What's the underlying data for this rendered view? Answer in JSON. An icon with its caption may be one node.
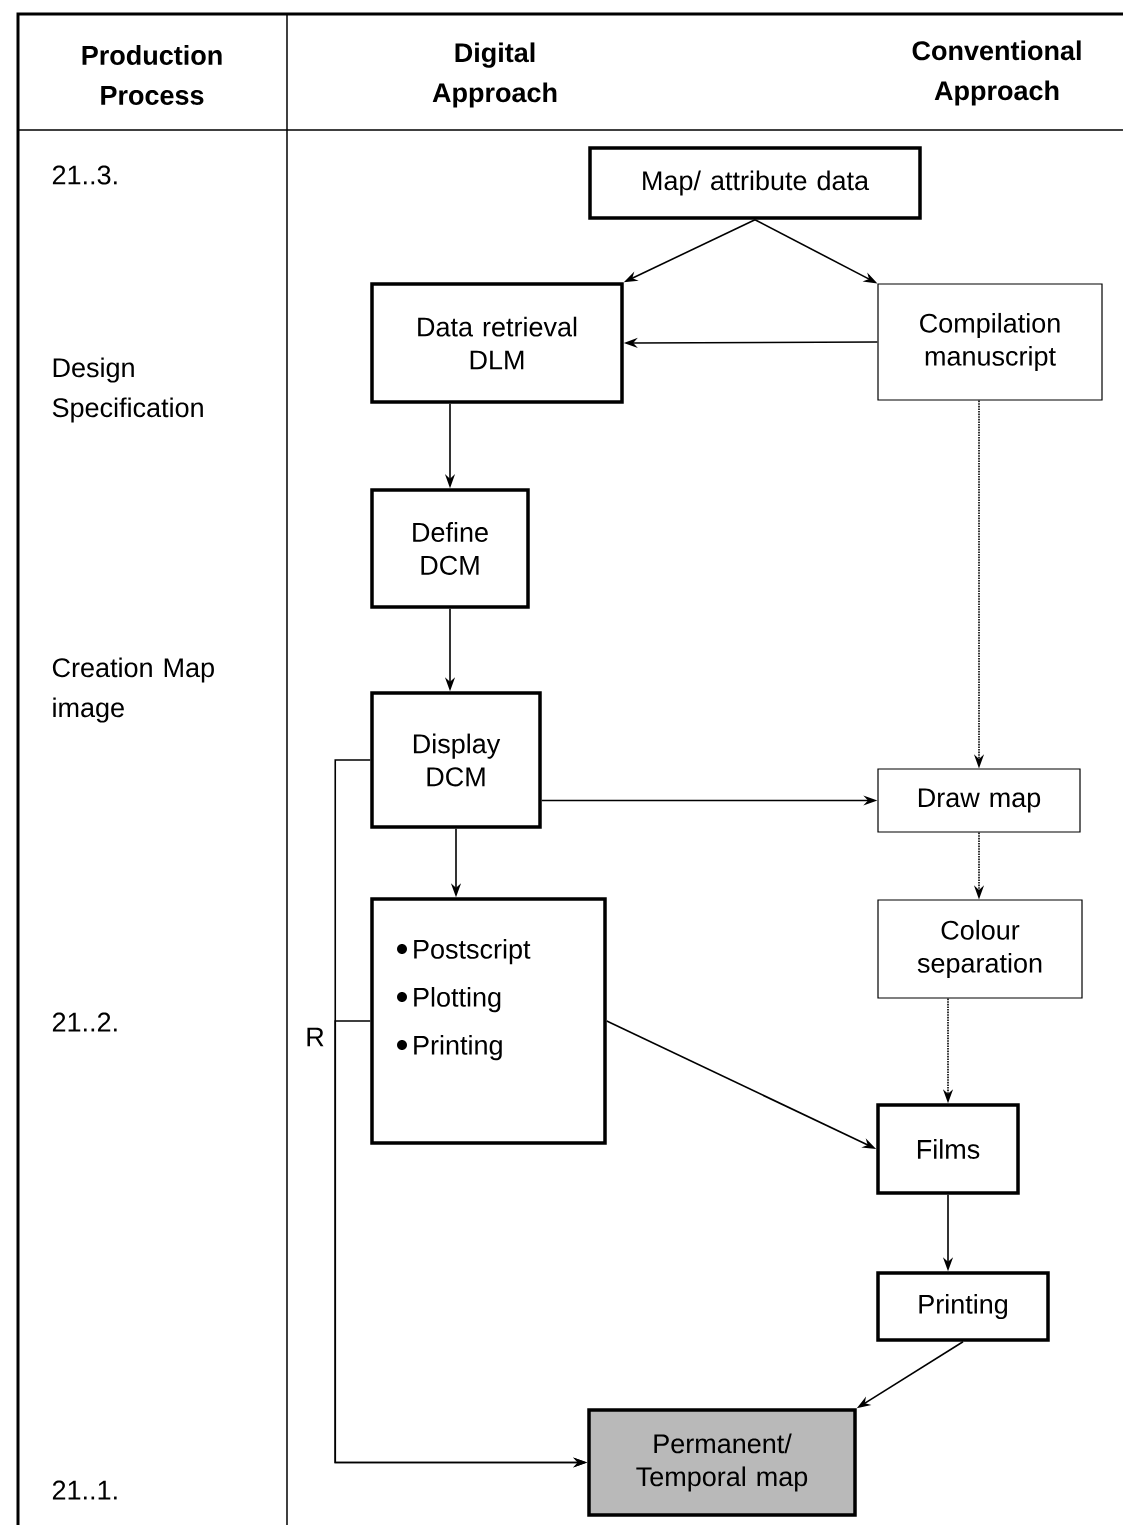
{
  "diagram": {
    "nodes": [
      {
        "text": [
          "Map/ attribute data"
        ]
      },
      {
        "text": [
          "Data retrieval DLM"
        ]
      },
      {
        "text": [
          "Compilation manuscript"
        ]
      },
      {
        "text": [
          "Define DCM"
        ]
      },
      {
        "text": [
          "Display DCM"
        ]
      },
      {
        "text": [
          "Draw map"
        ]
      },
      {
        "text": [
          "Postscript",
          "Plotting",
          "Printing"
        ]
      },
      {
        "text": [
          "Colour separation"
        ]
      },
      {
        "text": [
          "Films"
        ]
      },
      {
        "text": [
          "Printing"
        ]
      },
      {
        "text": [
          "Permanent/ Temporal map"
        ]
      }
    ],
    "edges": [
      {
        "from": 0,
        "to": 1,
        "arrow": "to"
      },
      {
        "from": 0,
        "to": 2,
        "arrow": "to"
      },
      {
        "from": 2,
        "to": 1,
        "arrow": "to"
      },
      {
        "from": 1,
        "to": 3,
        "arrow": "to"
      },
      {
        "from": 3,
        "to": 4,
        "arrow": "to"
      },
      {
        "from": 4,
        "to": 5,
        "arrow": "to"
      },
      {
        "from": 4,
        "to": 6,
        "arrow": "to"
      },
      {
        "from": 2,
        "to": 5,
        "arrow": "to",
        "style": "dashed"
      },
      {
        "from": 5,
        "to": 7,
        "arrow": "to",
        "style": "dashed"
      },
      {
        "from": 7,
        "to": 8,
        "arrow": "to",
        "style": "dashed"
      },
      {
        "from": 6,
        "to": 8,
        "arrow": "to"
      },
      {
        "from": 8,
        "to": 9,
        "arrow": "to"
      },
      {
        "from": 9,
        "to": 10,
        "arrow": "to"
      },
      {
        "from": 4,
        "to": 10,
        "arrow": "to"
      },
      {
        "from": 6,
        "to": 10,
        "arrow": "to",
        "label": "R"
      }
    ],
    "labels": [
      "Production Process",
      "Digital Approach",
      "Conventional Approach",
      "21..3.",
      "Design Specification",
      "Creation Map image",
      "21..2.",
      "21..1."
    ]
  }
}
